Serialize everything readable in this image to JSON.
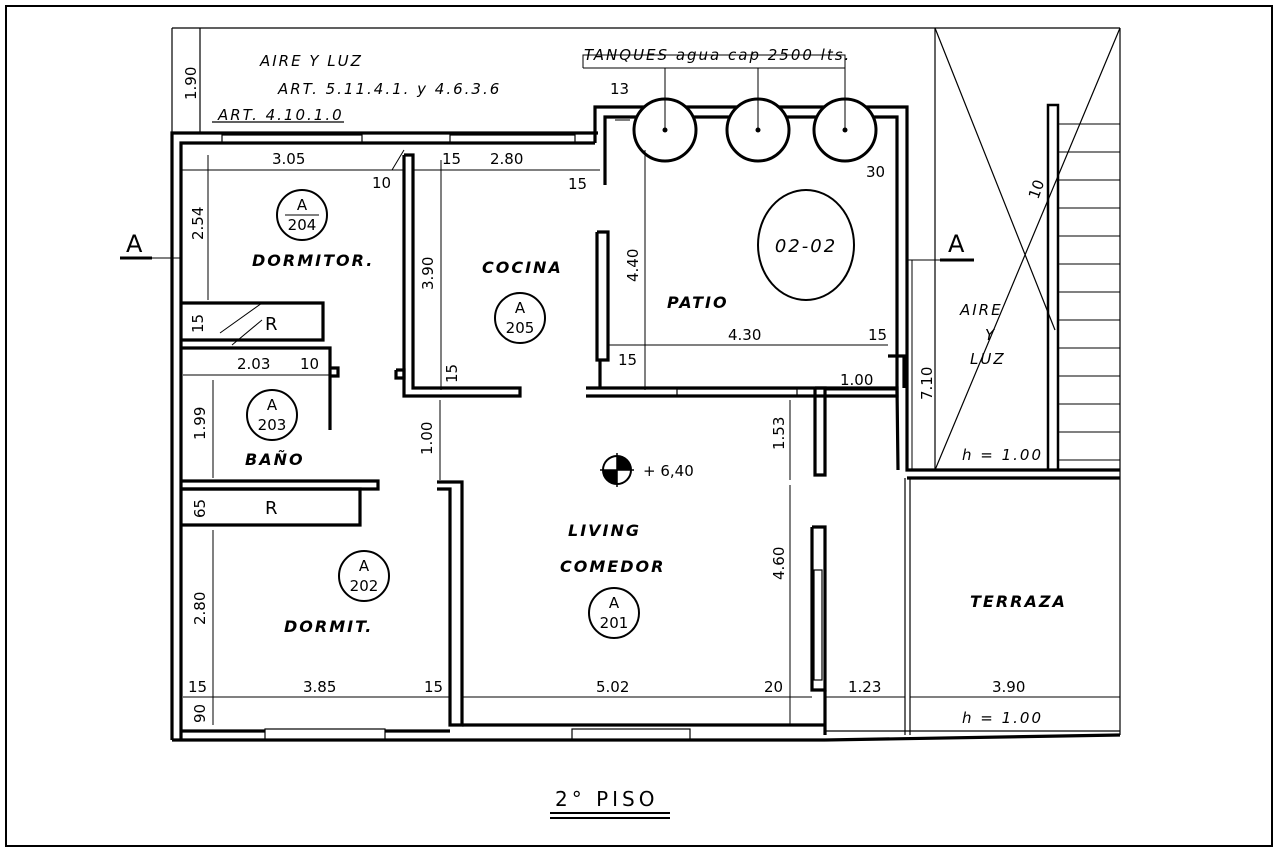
{
  "title": "2° PISO",
  "notes": {
    "aire_luz_top": "AIRE Y LUZ",
    "art_1": "ART. 5.11.4.1. y 4.6.3.6",
    "art_2": "ART. 4.10.1.0",
    "tanques": "TANQUES agua cap 2500 lts.",
    "aire_right_1": "AIRE",
    "aire_right_2": "Y",
    "aire_right_3": "LUZ",
    "h_right": "h = 1.00",
    "h_terraza": "h = 1.00",
    "level": "+ 6,40",
    "section_left": "A",
    "section_right": "A",
    "patio_code": "02-02",
    "stair_num": "10"
  },
  "rooms": [
    {
      "code_top": "A",
      "code_num": "204",
      "name": "DORMITOR."
    },
    {
      "code_top": "A",
      "code_num": "205",
      "name": "COCINA"
    },
    {
      "code_top": "A",
      "code_num": "203",
      "name": "BAÑO"
    },
    {
      "code_top": "A",
      "code_num": "202",
      "name": "DORMIT."
    },
    {
      "code_top": "A",
      "code_num": "201",
      "name_1": "LIVING",
      "name_2": "COMEDOR"
    }
  ],
  "other_labels": {
    "patio": "PATIO",
    "terraza": "TERRAZA",
    "r1": "R",
    "r2": "R"
  },
  "dims": {
    "d190": "1.90",
    "d305": "3.05",
    "d10a": "10",
    "d254": "2.54",
    "d15a": "15",
    "d280a": "2.80",
    "d15b": "15",
    "d13": "13",
    "d30": "30",
    "d390": "3.90",
    "d440": "4.40",
    "d15c": "15",
    "d430": "4.30",
    "d15d": "15",
    "d15e": "15",
    "d100a": "1.00",
    "d15f": "15",
    "d203": "2.03",
    "d10b": "10",
    "d199": "1.99",
    "d100b": "1.00",
    "d153": "1.53",
    "d710": "7.10",
    "d65": "65",
    "d280b": "2.80",
    "d460": "4.60",
    "d15g": "15",
    "d385": "3.85",
    "d15h": "15",
    "d502": "5.02",
    "d20": "20",
    "d123": "1.23",
    "d390b": "3.90",
    "d90": "90"
  }
}
